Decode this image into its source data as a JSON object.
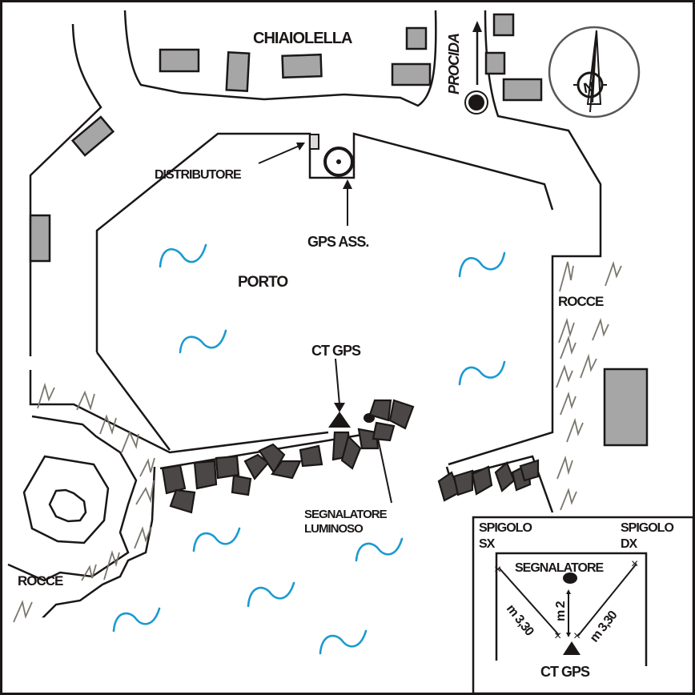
{
  "map": {
    "title": "Porto di Chiaiolella",
    "colors": {
      "line": "#1a1716",
      "building": "#a6a6a6",
      "rock": "#4a4746",
      "water": "#1a9ad0",
      "vegetation": "#7a776e",
      "background": "#ffffff"
    },
    "labels": {
      "chiaiolella": "CHIAIOLELLA",
      "procida": "PROCIDA",
      "distributore": "DISTRIBUTORE",
      "gps_ass": "GPS ASS.",
      "porto": "PORTO",
      "ct_gps": "CT GPS",
      "rocce_right": "ROCCE",
      "rocce_left": "ROCCE",
      "segnalatore_line1": "SEGNALATORE",
      "segnalatore_line2": "LUMINOSO"
    },
    "compass": {
      "icon": "north-arrow-icon",
      "letter": "N"
    },
    "inset": {
      "spigolo_sx_line1": "SPIGOLO",
      "spigolo_sx_line2": "SX",
      "spigolo_dx_line1": "SPIGOLO",
      "spigolo_dx_line2": "DX",
      "segnalatore": "SEGNALATORE",
      "dist_left": "m 3,30",
      "dist_right": "m 3,30",
      "dist_center": "m 2",
      "ct_gps": "CT GPS"
    }
  }
}
